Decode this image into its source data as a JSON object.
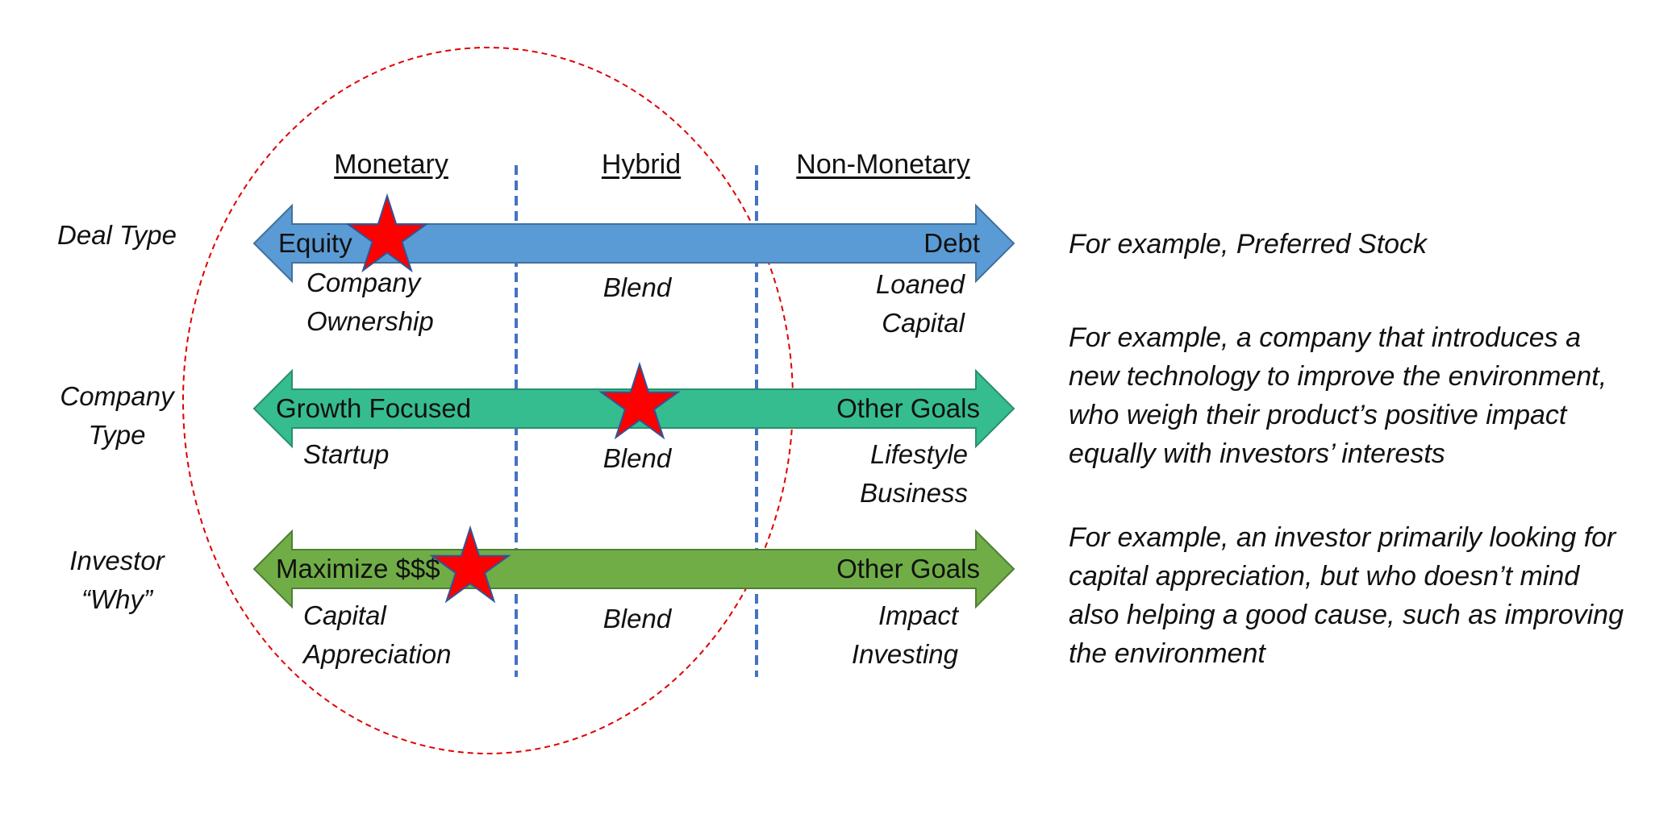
{
  "columns": {
    "left": "Monetary",
    "middle": "Hybrid",
    "right": "Non-Monetary"
  },
  "rows": [
    {
      "label": [
        "Deal Type"
      ],
      "arrow_left": "Equity",
      "arrow_right": "Debt",
      "arrow_color": "#5b9bd5",
      "arrow_stroke": "#41719c",
      "star_position": "Monetary",
      "sub_left": [
        "Company",
        "Ownership"
      ],
      "sub_middle": "Blend",
      "sub_right": [
        "Loaned",
        "Capital"
      ],
      "note": [
        "For example, Preferred Stock"
      ]
    },
    {
      "label": [
        "Company",
        "Type"
      ],
      "arrow_left": "Growth Focused",
      "arrow_right": "Other Goals",
      "arrow_color": "#36bd8f",
      "arrow_stroke": "#2a8f6e",
      "star_position": "Hybrid",
      "sub_left": [
        "Startup"
      ],
      "sub_middle": "Blend",
      "sub_right": [
        "Lifestyle",
        "Business"
      ],
      "note": [
        "For example, a company that introduces a",
        "new technology to improve the environment,",
        "who weigh their product’s positive impact",
        "equally with investors’ interests"
      ]
    },
    {
      "label": [
        "Investor",
        "“Why”"
      ],
      "arrow_left": "Maximize $$$",
      "arrow_right": "Other Goals",
      "arrow_color": "#70ad47",
      "arrow_stroke": "#507e32",
      "star_position": "Monetary",
      "sub_left": [
        "Capital",
        "Appreciation"
      ],
      "sub_middle": "Blend",
      "sub_right": [
        "Impact",
        "Investing"
      ],
      "note": [
        "For example, an investor primarily looking for",
        "capital appreciation, but who doesn’t mind",
        "also helping a good cause, such as improving",
        "the environment"
      ]
    }
  ],
  "colors": {
    "star_fill": "#ff0000",
    "star_stroke": "#2f5597",
    "divider": "#4472c4",
    "ellipse": "#e00000"
  }
}
